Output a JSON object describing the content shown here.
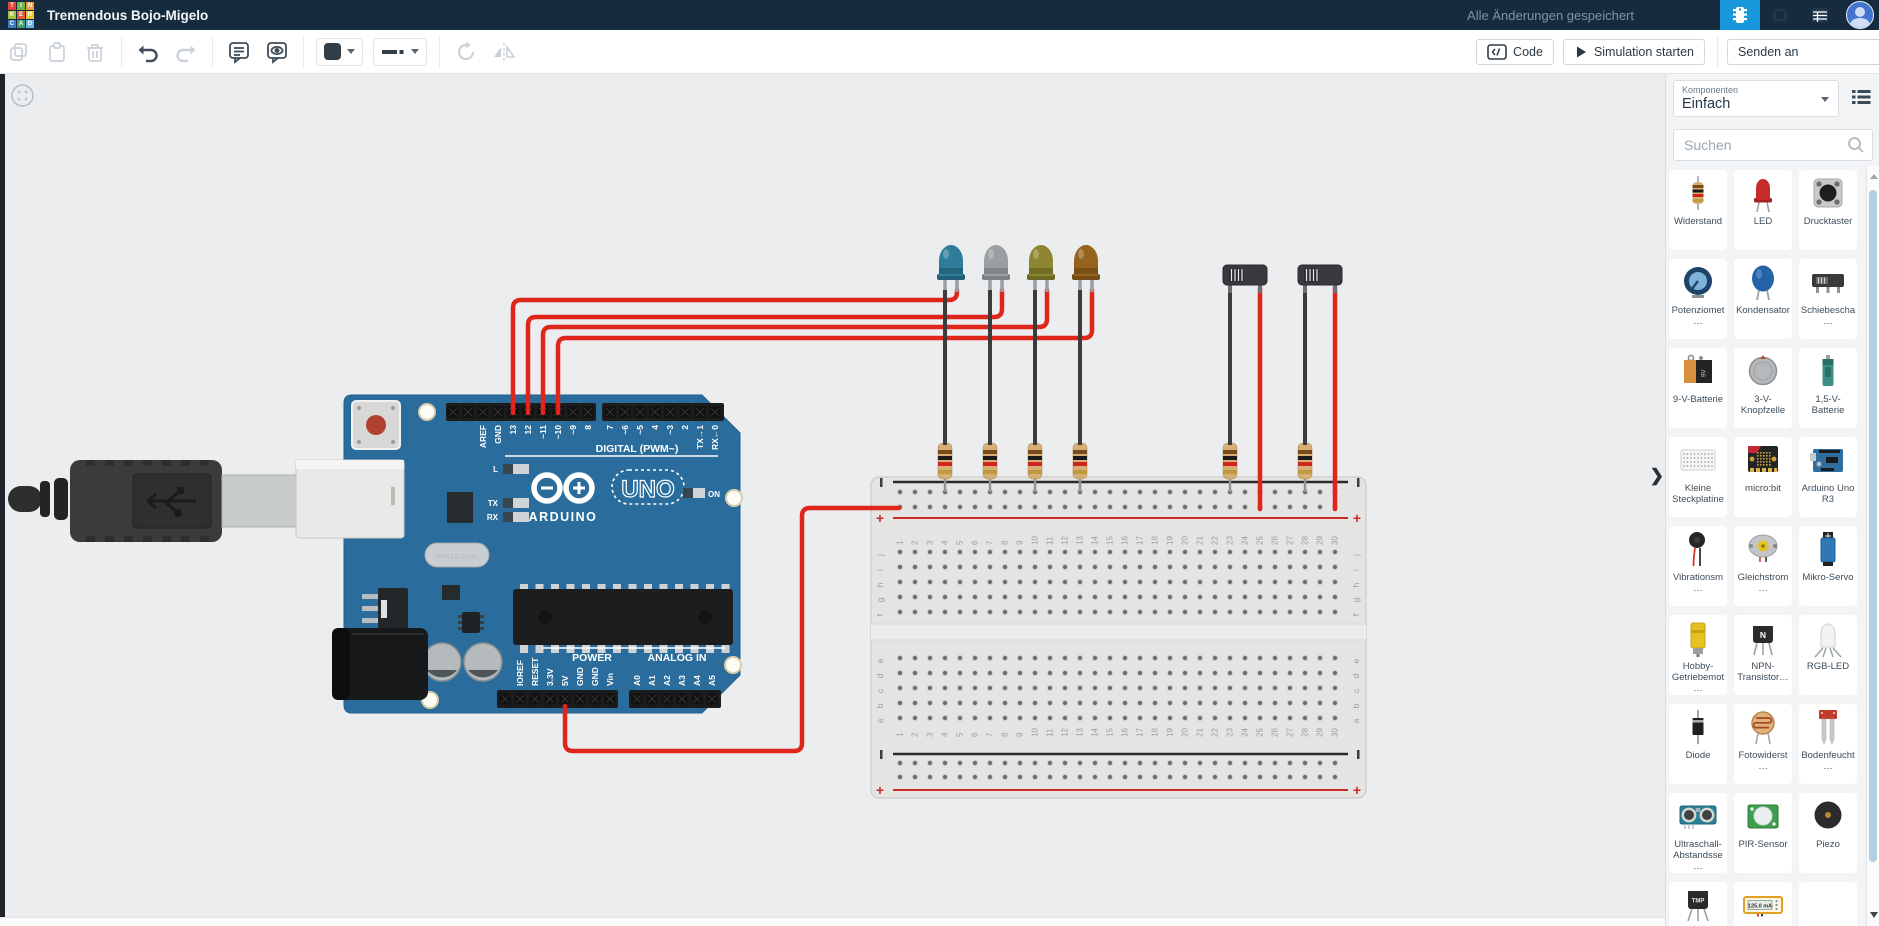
{
  "header": {
    "logo_letters": [
      "T",
      "I",
      "N",
      "K",
      "E",
      "R",
      "C",
      "A",
      "D"
    ],
    "logo_colors": [
      "#e2453c",
      "#72b648",
      "#ef9a3c",
      "#a8bf3b",
      "#e1603a",
      "#edc93c",
      "#3d7dc0",
      "#43a06b",
      "#64b6e3"
    ],
    "title": "Tremendous Bojo-Migelo",
    "save_status": "Alle Änderungen gespeichert",
    "accent": "#1897dc"
  },
  "toolbar": {
    "code_label": "Code",
    "simulate_label": "Simulation starten",
    "send_label": "Senden an"
  },
  "sidebar": {
    "panel_label": "Komponenten",
    "panel_value": "Einfach",
    "search_placeholder": "Suchen",
    "tmp_label": "TMP",
    "multimeter_value": "125.0 mA",
    "battery9v_label": "9V",
    "components": [
      {
        "label": "Widerstand",
        "icon": "resistor"
      },
      {
        "label": "LED",
        "icon": "led"
      },
      {
        "label": "Drucktaster",
        "icon": "pushbutton"
      },
      {
        "label": "Potenziomet…",
        "icon": "potentiometer"
      },
      {
        "label": "Kondensator",
        "icon": "capacitor"
      },
      {
        "label": "Schiebescha…",
        "icon": "slide-switch"
      },
      {
        "label": "9-V-Batterie",
        "icon": "battery-9v"
      },
      {
        "label": "3-V-Knopfzelle",
        "icon": "coin-cell"
      },
      {
        "label": "1,5-V-Batterie",
        "icon": "battery-aa"
      },
      {
        "label": "Kleine Steckplatine",
        "icon": "breadboard"
      },
      {
        "label": "micro:bit",
        "icon": "microbit"
      },
      {
        "label": "Arduino Uno R3",
        "icon": "arduino"
      },
      {
        "label": "Vibrationsm…",
        "icon": "vibration-motor"
      },
      {
        "label": "Gleichstrom…",
        "icon": "dc-motor"
      },
      {
        "label": "Mikro-Servo",
        "icon": "servo"
      },
      {
        "label": "Hobby-Getriebemot…",
        "icon": "gearmotor"
      },
      {
        "label": "NPN-Transistor…",
        "icon": "npn"
      },
      {
        "label": "RGB-LED",
        "icon": "rgb-led"
      },
      {
        "label": "Diode",
        "icon": "diode"
      },
      {
        "label": "Fotowiderst…",
        "icon": "photoresistor"
      },
      {
        "label": "Bodenfeucht…",
        "icon": "soil-moisture"
      },
      {
        "label": "Ultraschall-Abstandsse…",
        "icon": "ultrasonic"
      },
      {
        "label": "PIR-Sensor",
        "icon": "pir"
      },
      {
        "label": "Piezo",
        "icon": "piezo"
      },
      {
        "label": "",
        "icon": "tmp36"
      },
      {
        "label": "",
        "icon": "multimeter"
      },
      {
        "label": "",
        "icon": "blank"
      }
    ]
  },
  "canvas": {
    "arduino": {
      "digital_left": [
        "AREF",
        "GND",
        "13",
        "12",
        "~11",
        "~10",
        "~9",
        "8"
      ],
      "digital_right": [
        "7",
        "~6",
        "~5",
        "4",
        "~3",
        "2",
        "TX→1",
        "RX←0"
      ],
      "digital_caption": "DIGITAL (PWM~)",
      "logo_text": "ARDUINO",
      "uno_text": "UNO",
      "on_label": "ON",
      "l_label": "L",
      "tx_label": "TX",
      "rx_label": "RX",
      "crystal_text": "SPK16.000G",
      "power_caption": "POWER",
      "power_labels": [
        "IOREF",
        "RESET",
        "3.3V",
        "5V",
        "GND",
        "GND",
        "Vin"
      ],
      "analog_caption": "ANALOG IN",
      "analog_labels": [
        "A0",
        "A1",
        "A2",
        "A3",
        "A4",
        "A5"
      ]
    },
    "breadboard": {
      "columns": [
        "1",
        "2",
        "3",
        "4",
        "5",
        "6",
        "7",
        "8",
        "9",
        "10",
        "11",
        "12",
        "13",
        "14",
        "15",
        "16",
        "17",
        "18",
        "19",
        "20",
        "21",
        "22",
        "23",
        "24",
        "25",
        "26",
        "27",
        "28",
        "29",
        "30"
      ],
      "rows_top": [
        "j",
        "i",
        "h",
        "g",
        "f"
      ],
      "rows_bottom": [
        "e",
        "d",
        "c",
        "b",
        "a"
      ],
      "plus": "+",
      "minus": "−"
    },
    "colors": {
      "wire": "#e0251b",
      "board": "#2a6d9c",
      "led_colors": [
        "#2e7d9b",
        "#9b9fa1",
        "#8d8531",
        "#96631f"
      ],
      "led_rims": [
        "#225f79",
        "#7c8183",
        "#6d6821",
        "#744c14"
      ]
    }
  }
}
